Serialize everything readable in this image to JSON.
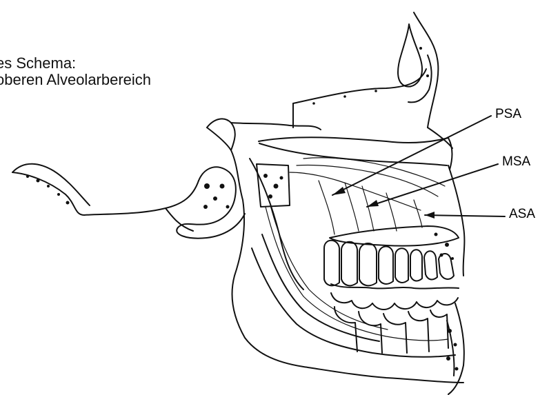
{
  "title": {
    "line1": "es Schema:",
    "line2": "oberen Alveolarbereich"
  },
  "labels": {
    "psa": "PSA",
    "msa": "MSA",
    "asa": "ASA"
  },
  "colors": {
    "ink": "#111111",
    "background": "#ffffff"
  }
}
